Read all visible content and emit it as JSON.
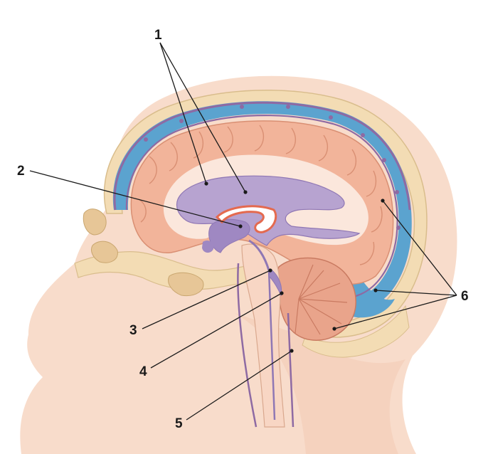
{
  "labels": [
    {
      "id": "1",
      "text": "1"
    },
    {
      "id": "2",
      "text": "2"
    },
    {
      "id": "3",
      "text": "3"
    },
    {
      "id": "4",
      "text": "4"
    },
    {
      "id": "5",
      "text": "5"
    },
    {
      "id": "6",
      "text": "6"
    }
  ],
  "colors": {
    "skin": "#f8dccb",
    "skin_shadow": "#f1c4ab",
    "bone": "#f3dcb4",
    "bone_dark": "#d9bd8c",
    "dura": "#8e6aa3",
    "csf": "#5ba3cf",
    "brain": "#f2b49a",
    "brain_fold": "#d98f73",
    "white_matter": "#fbe7dc",
    "ventricle": "#b7a3d0",
    "ventricle_dark": "#8f77b4",
    "choroid": "#e46a4f",
    "cerebellum": "#e9a48b",
    "line": "#1a1a1a"
  }
}
